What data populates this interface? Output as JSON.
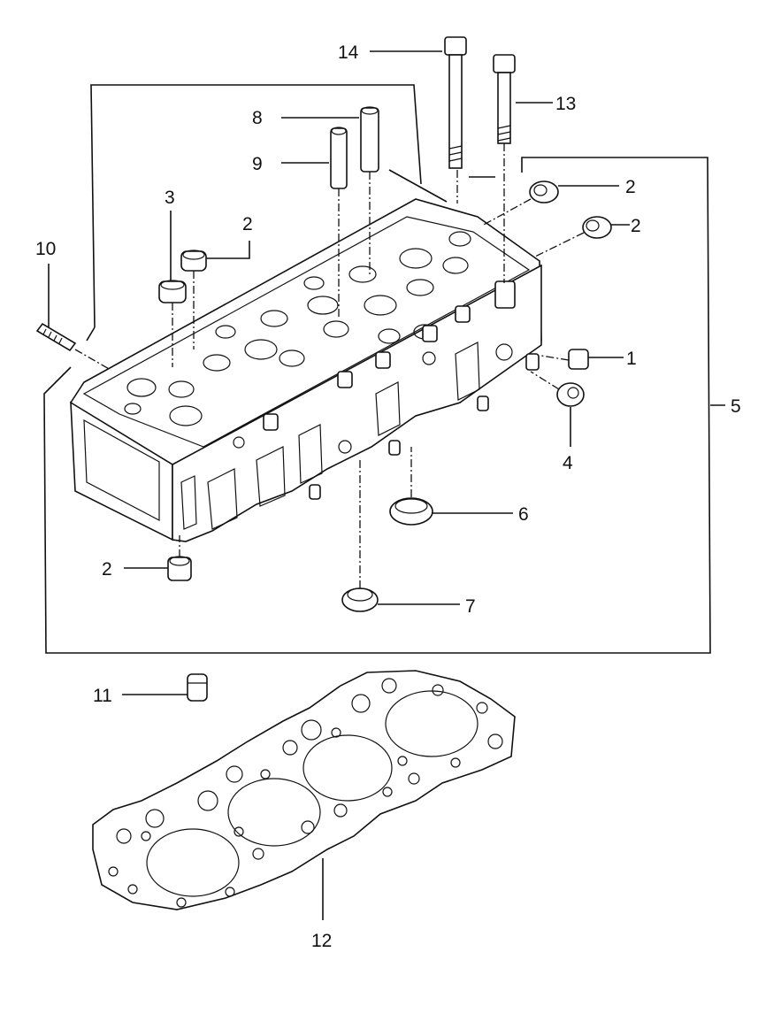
{
  "diagram": {
    "callouts": {
      "c1": "1",
      "c2a": "2",
      "c2b": "2",
      "c2c": "2",
      "c2d": "2",
      "c3": "3",
      "c4": "4",
      "c5": "5",
      "c6": "6",
      "c7": "7",
      "c8": "8",
      "c9": "9",
      "c10": "10",
      "c11": "11",
      "c12": "12",
      "c13": "13",
      "c14": "14"
    }
  }
}
